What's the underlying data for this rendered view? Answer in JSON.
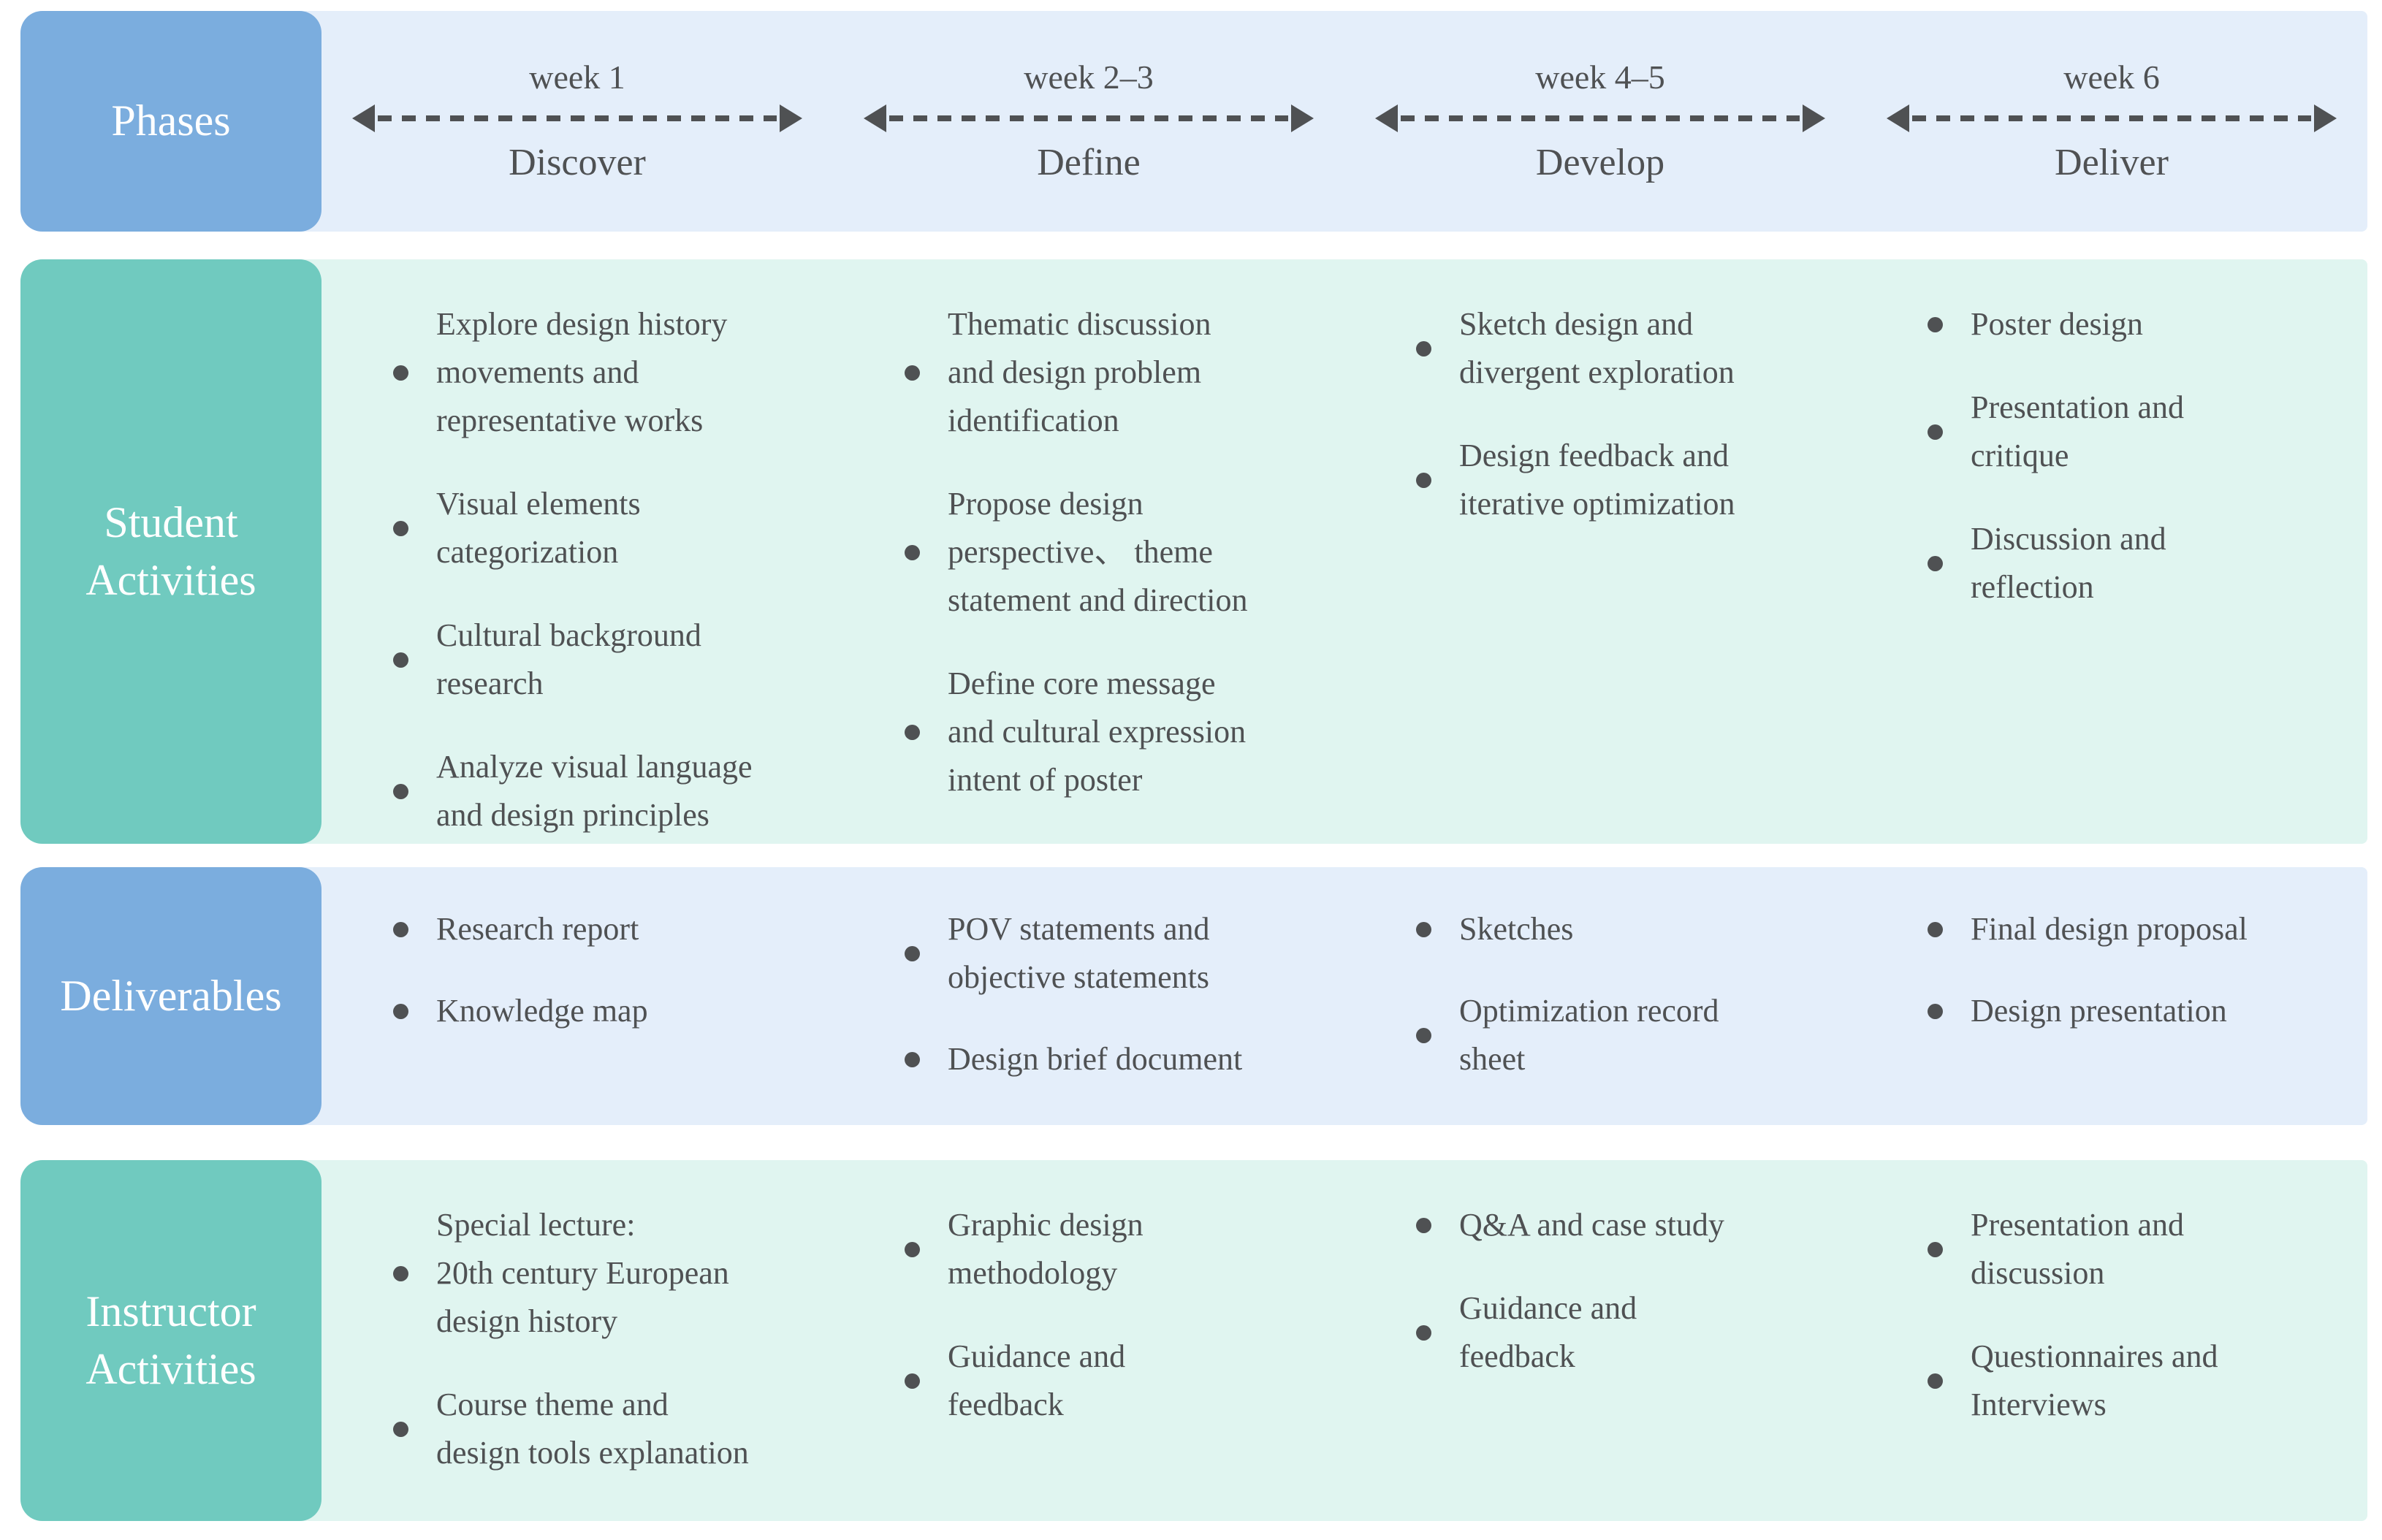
{
  "colors": {
    "blue_box": "#7badde",
    "teal_box": "#70cabf",
    "blue_row_bg": "#e4eefa",
    "teal_row_bg": "#e0f5f0",
    "text": "#4f5153",
    "label_text": "#ffffff",
    "arrow": "#4f5153"
  },
  "header": {
    "label": "Phases",
    "columns": [
      {
        "week": "week 1",
        "phase": "Discover"
      },
      {
        "week": "week 2–3",
        "phase": "Define"
      },
      {
        "week": "week 4–5",
        "phase": "Develop"
      },
      {
        "week": "week 6",
        "phase": "Deliver"
      }
    ]
  },
  "rows": [
    {
      "label": "Student Activities",
      "theme": "teal",
      "cells": [
        {
          "items": [
            "Explore design history\nmovements and\nrepresentative works",
            "Visual elements\ncategorization",
            "Cultural background\nresearch",
            "Analyze visual language\nand design principles"
          ]
        },
        {
          "items": [
            "Thematic discussion\nand design problem\nidentification",
            "Propose design\nperspective、 theme\nstatement and direction",
            "Define core message\nand cultural expression\nintent of poster"
          ]
        },
        {
          "items": [
            "Sketch design and\ndivergent exploration",
            "Design feedback and\niterative optimization"
          ]
        },
        {
          "items": [
            "Poster design",
            "Presentation and\ncritique",
            "Discussion and\nreflection"
          ]
        }
      ]
    },
    {
      "label": "Deliverables",
      "theme": "blue",
      "cells": [
        {
          "items": [
            "Research report",
            "Knowledge map"
          ]
        },
        {
          "items": [
            "POV statements and\nobjective statements",
            "Design brief document"
          ]
        },
        {
          "items": [
            "Sketches",
            "Optimization record\nsheet"
          ]
        },
        {
          "items": [
            "Final design proposal",
            "Design presentation"
          ]
        }
      ]
    },
    {
      "label": "Instructor Activities",
      "theme": "teal",
      "cells": [
        {
          "items": [
            "Special lecture:\n20th century European\ndesign history",
            "Course theme and\ndesign tools explanation"
          ]
        },
        {
          "items": [
            "Graphic design\nmethodology",
            "Guidance and\nfeedback"
          ]
        },
        {
          "items": [
            "Q&A and case study",
            "Guidance and\nfeedback"
          ]
        },
        {
          "items": [
            "Presentation and\ndiscussion",
            "Questionnaires and\nInterviews"
          ]
        }
      ]
    }
  ]
}
